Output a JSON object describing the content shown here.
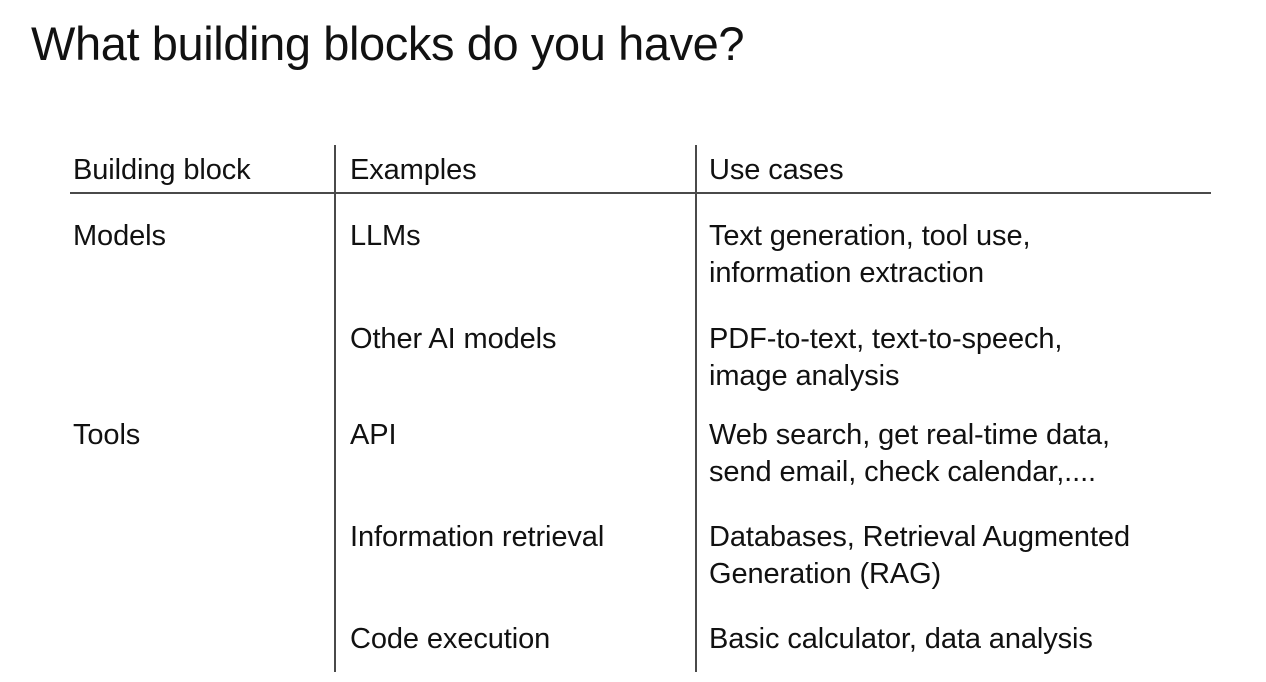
{
  "slide": {
    "title": "What building blocks do you have?",
    "background_color": "#ffffff",
    "text_color": "#111111",
    "rule_color": "#4a4a4a"
  },
  "table": {
    "headers": {
      "col_a": "Building block",
      "col_b": "Examples",
      "col_c": "Use cases"
    },
    "rows": [
      {
        "building_block": "Models",
        "example": "LLMs",
        "use_case_lines": [
          "Text generation, tool use,",
          "information extraction"
        ]
      },
      {
        "building_block": "",
        "example": "Other AI models",
        "use_case_lines": [
          "PDF-to-text, text-to-speech,",
          "image analysis"
        ]
      },
      {
        "building_block": "Tools",
        "example": "API",
        "use_case_lines": [
          "Web search, get real-time data,",
          "send email, check calendar,...."
        ]
      },
      {
        "building_block": "",
        "example": "Information retrieval",
        "use_case_lines": [
          "Databases, Retrieval Augmented",
          "Generation (RAG)"
        ]
      },
      {
        "building_block": "",
        "example": "Code execution",
        "use_case_lines": [
          "Basic calculator, data analysis"
        ]
      }
    ]
  }
}
